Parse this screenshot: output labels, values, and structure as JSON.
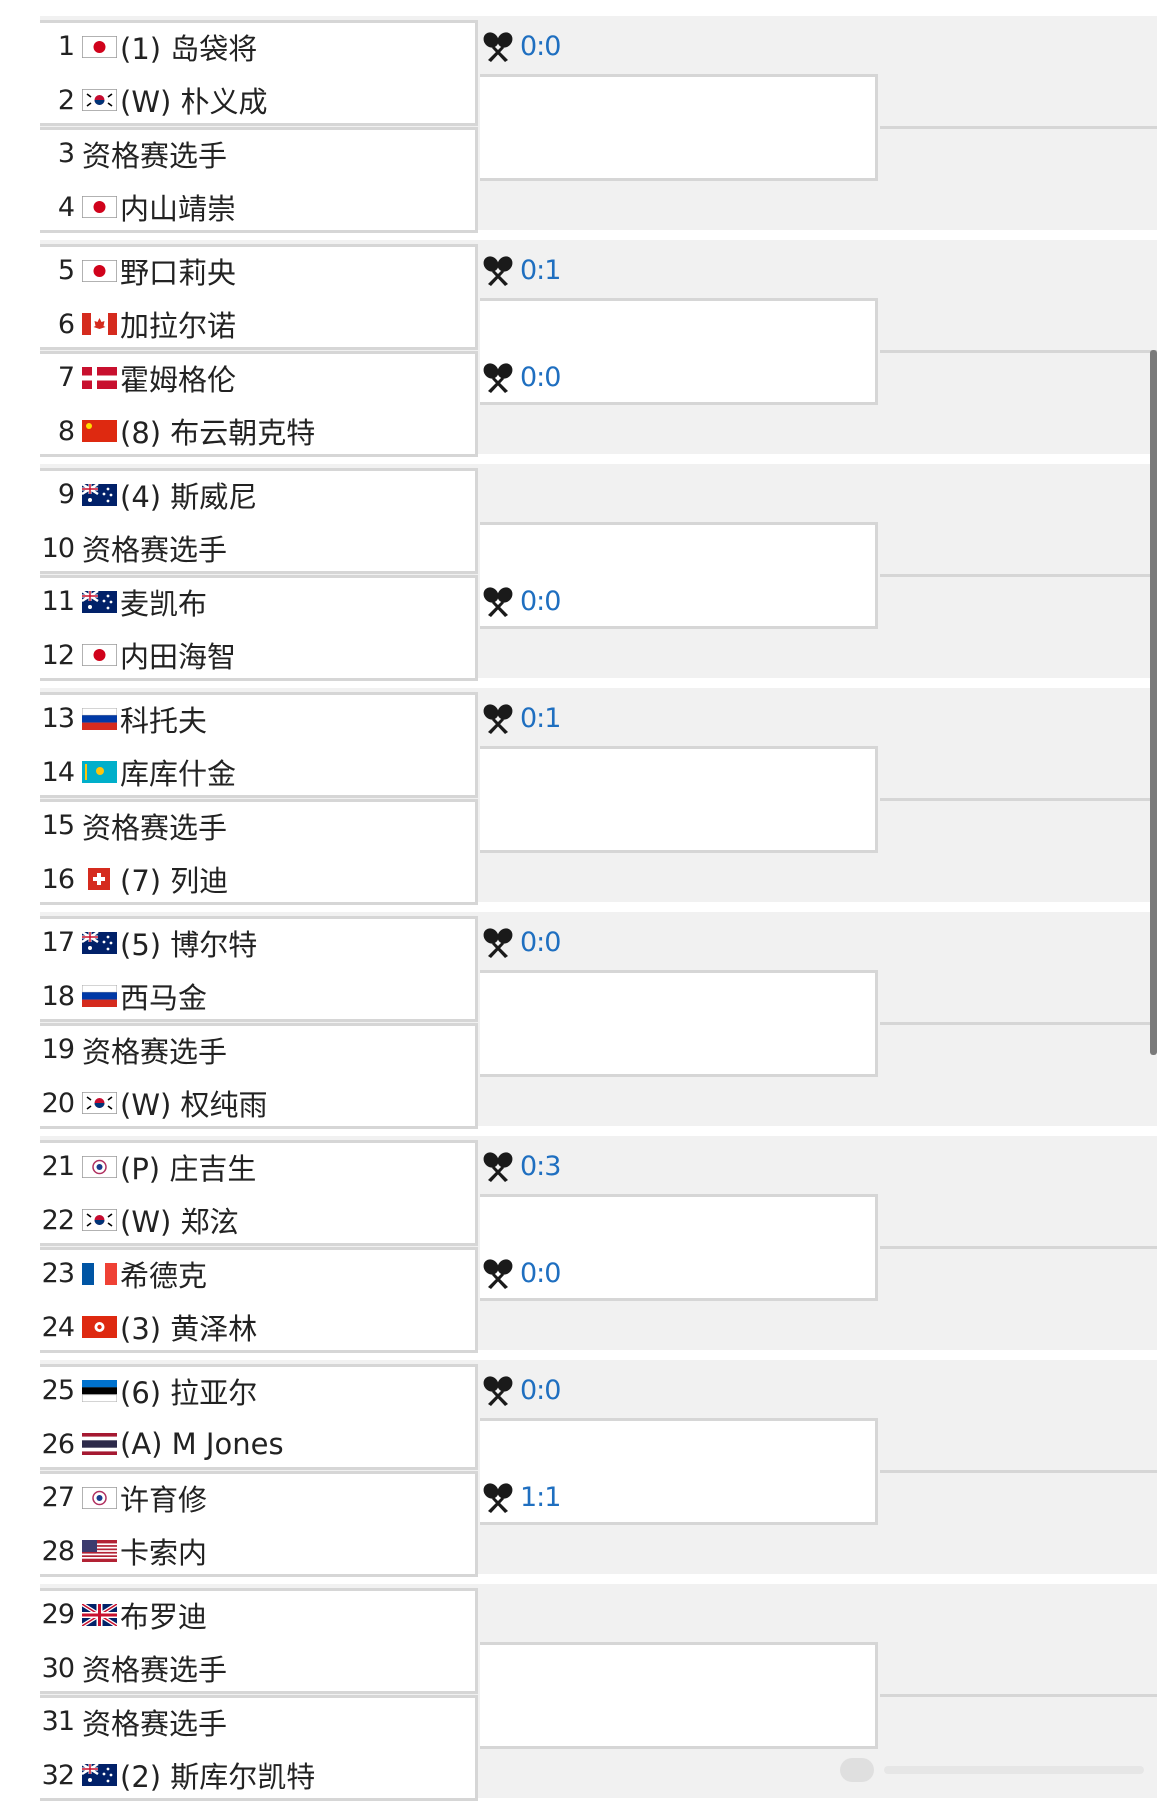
{
  "players": [
    {
      "no": "1",
      "flag": "japan",
      "name": "(1) 岛袋将"
    },
    {
      "no": "2",
      "flag": "korea",
      "name": "(W) 朴义成"
    },
    {
      "no": "3",
      "flag": "",
      "name": "资格赛选手"
    },
    {
      "no": "4",
      "flag": "japan",
      "name": "内山靖崇"
    },
    {
      "no": "5",
      "flag": "japan",
      "name": "野口莉央"
    },
    {
      "no": "6",
      "flag": "canada",
      "name": "加拉尔诺"
    },
    {
      "no": "7",
      "flag": "denmark",
      "name": "霍姆格伦"
    },
    {
      "no": "8",
      "flag": "china",
      "name": "(8) 布云朝克特"
    },
    {
      "no": "9",
      "flag": "australia",
      "name": "(4) 斯威尼"
    },
    {
      "no": "10",
      "flag": "",
      "name": "资格赛选手"
    },
    {
      "no": "11",
      "flag": "australia",
      "name": "麦凯布"
    },
    {
      "no": "12",
      "flag": "japan",
      "name": "内田海智"
    },
    {
      "no": "13",
      "flag": "russia",
      "name": "科托夫"
    },
    {
      "no": "14",
      "flag": "kazakhstan",
      "name": "库库什金"
    },
    {
      "no": "15",
      "flag": "",
      "name": "资格赛选手"
    },
    {
      "no": "16",
      "flag": "switzerland",
      "name": "(7) 列迪"
    },
    {
      "no": "17",
      "flag": "australia",
      "name": "(5) 博尔特"
    },
    {
      "no": "18",
      "flag": "russia",
      "name": "西马金"
    },
    {
      "no": "19",
      "flag": "",
      "name": "资格赛选手"
    },
    {
      "no": "20",
      "flag": "korea",
      "name": "(W) 权纯雨"
    },
    {
      "no": "21",
      "flag": "taipei",
      "name": "(P) 庄吉生"
    },
    {
      "no": "22",
      "flag": "korea",
      "name": "(W) 郑泫"
    },
    {
      "no": "23",
      "flag": "france",
      "name": "希德克"
    },
    {
      "no": "24",
      "flag": "hongkong",
      "name": "(3) 黄泽林"
    },
    {
      "no": "25",
      "flag": "estonia",
      "name": "(6) 拉亚尔"
    },
    {
      "no": "26",
      "flag": "thailand",
      "name": "(A) M Jones"
    },
    {
      "no": "27",
      "flag": "taipei",
      "name": "许育修"
    },
    {
      "no": "28",
      "flag": "usa",
      "name": "卡索内"
    },
    {
      "no": "29",
      "flag": "uk",
      "name": "布罗迪"
    },
    {
      "no": "30",
      "flag": "",
      "name": "资格赛选手"
    },
    {
      "no": "31",
      "flag": "",
      "name": "资格赛选手"
    },
    {
      "no": "32",
      "flag": "australia",
      "name": "(2) 斯库尔凯特"
    }
  ],
  "head_to_head": [
    {
      "match": 1,
      "icon": "crossed-rackets-icon",
      "score": "0:0"
    },
    {
      "match": 3,
      "icon": "crossed-rackets-icon",
      "score": "0:1"
    },
    {
      "match": 4,
      "icon": "crossed-rackets-icon",
      "score": "0:0"
    },
    {
      "match": 6,
      "icon": "crossed-rackets-icon",
      "score": "0:0"
    },
    {
      "match": 7,
      "icon": "crossed-rackets-icon",
      "score": "0:1"
    },
    {
      "match": 9,
      "icon": "crossed-rackets-icon",
      "score": "0:0"
    },
    {
      "match": 11,
      "icon": "crossed-rackets-icon",
      "score": "0:3"
    },
    {
      "match": 12,
      "icon": "crossed-rackets-icon",
      "score": "0:0"
    },
    {
      "match": 13,
      "icon": "crossed-rackets-icon",
      "score": "0:0"
    },
    {
      "match": 14,
      "icon": "crossed-rackets-icon",
      "score": "1:1"
    }
  ],
  "colors": {
    "score": "#1f6fc0",
    "border": "#d6d6d6",
    "band": "#f1f1f1"
  }
}
